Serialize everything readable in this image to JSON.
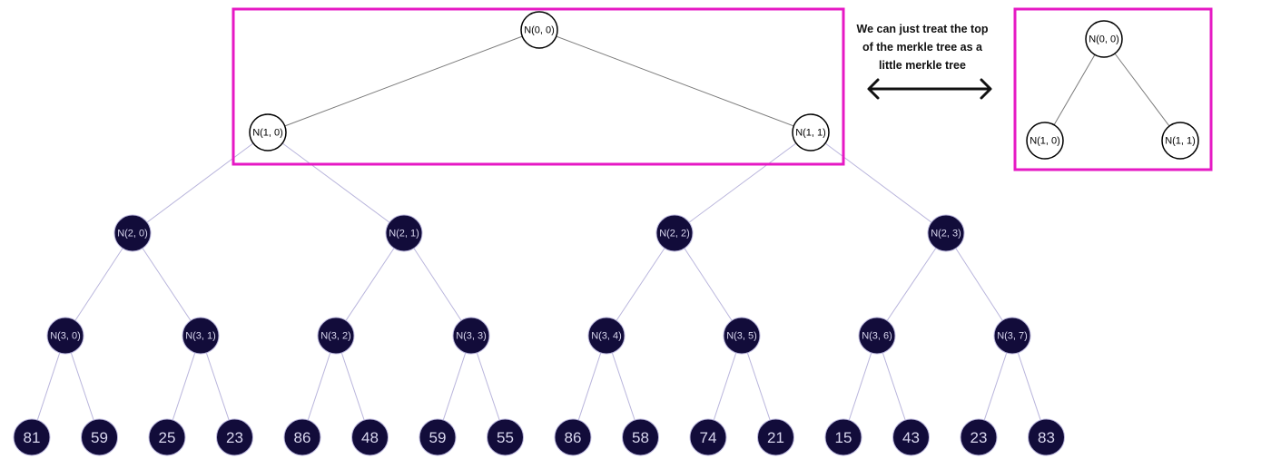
{
  "colors": {
    "highlight": "#e619c4",
    "dark_node_fill": "#120c3a",
    "dark_node_text": "#d8d6ee",
    "dark_edge": "#b9b5dc",
    "light_edge": "#7a7a7a"
  },
  "caption": "We can just treat the top of the merkle tree as a little merkle tree",
  "arrow_icon": "double-headed-arrow-icon",
  "main_tree": {
    "level0": [
      "N(0, 0)"
    ],
    "level1": [
      "N(1, 0)",
      "N(1, 1)"
    ],
    "level2": [
      "N(2, 0)",
      "N(2, 1)",
      "N(2, 2)",
      "N(2, 3)"
    ],
    "level3": [
      "N(3, 0)",
      "N(3, 1)",
      "N(3, 2)",
      "N(3, 3)",
      "N(3, 4)",
      "N(3, 5)",
      "N(3, 6)",
      "N(3, 7)"
    ],
    "leaves": [
      "81",
      "59",
      "25",
      "23",
      "86",
      "48",
      "59",
      "55",
      "86",
      "58",
      "74",
      "21",
      "15",
      "43",
      "23",
      "83"
    ]
  },
  "little_tree": {
    "root": "N(0, 0)",
    "children": [
      "N(1, 0)",
      "N(1, 1)"
    ]
  }
}
